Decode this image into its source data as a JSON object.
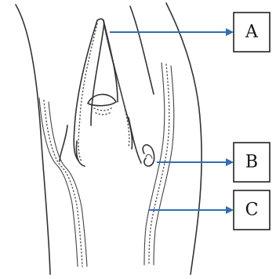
{
  "labels": [
    {
      "id": "A",
      "text": "A"
    },
    {
      "id": "B",
      "text": "B"
    },
    {
      "id": "C",
      "text": "C"
    }
  ],
  "colors": {
    "arrow": "#2f6fb5",
    "outline": "#333333",
    "background": "#ffffff"
  }
}
